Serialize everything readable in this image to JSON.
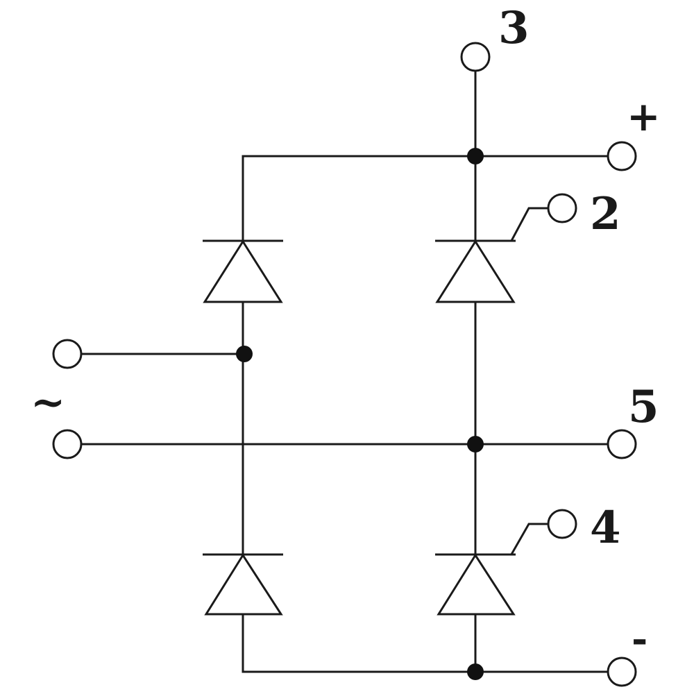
{
  "labels": {
    "terminal_3": "3",
    "plus": "+",
    "terminal_2": "2",
    "ac": "~",
    "terminal_5": "5",
    "terminal_4": "4",
    "minus": "-"
  }
}
